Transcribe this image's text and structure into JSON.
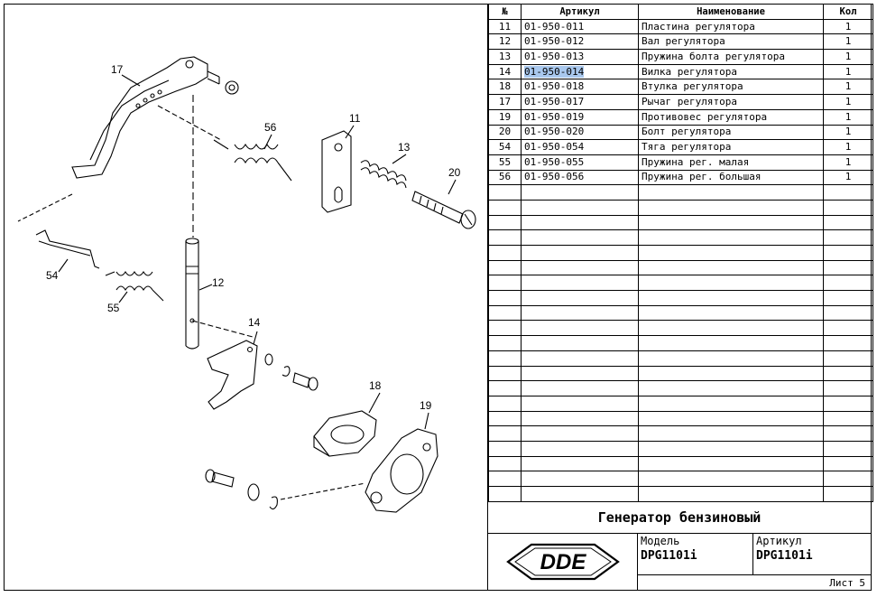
{
  "table": {
    "headers": {
      "num": "№",
      "article": "Артикул",
      "name": "Наименование",
      "qty": "Кол"
    },
    "rows": [
      {
        "num": "11",
        "article": "01-950-011",
        "name": "Пластина регулятора",
        "qty": "1"
      },
      {
        "num": "12",
        "article": "01-950-012",
        "name": "Вал регулятора",
        "qty": "1"
      },
      {
        "num": "13",
        "article": "01-950-013",
        "name": "Пружина болта регулятора",
        "qty": "1"
      },
      {
        "num": "14",
        "article": "01-950-014",
        "name": "Вилка регулятора",
        "qty": "1"
      },
      {
        "num": "18",
        "article": "01-950-018",
        "name": "Втулка регулятора",
        "qty": "1"
      },
      {
        "num": "17",
        "article": "01-950-017",
        "name": "Рычаг регулятора",
        "qty": "1"
      },
      {
        "num": "19",
        "article": "01-950-019",
        "name": "Противовес регулятора",
        "qty": "1"
      },
      {
        "num": "20",
        "article": "01-950-020",
        "name": "Болт регулятора",
        "qty": "1"
      },
      {
        "num": "54",
        "article": "01-950-054",
        "name": "Тяга регулятора",
        "qty": "1"
      },
      {
        "num": "55",
        "article": "01-950-055",
        "name": "Пружина рег. малая",
        "qty": "1"
      },
      {
        "num": "56",
        "article": "01-950-056",
        "name": "Пружина рег. большая",
        "qty": "1"
      }
    ],
    "empty_rows": 21,
    "highlighted_row": 3,
    "highlight_color": "#a9c8ee"
  },
  "title_block": {
    "product": "Генератор бензиновый",
    "logo_text": "DDE",
    "model_label": "Модель",
    "model_value": "DPG1101i",
    "article_label": "Артикул",
    "article_value": "DPG1101i",
    "sheet": "Лист 5"
  },
  "callouts": {
    "c17": "17",
    "c56": "56",
    "c11": "11",
    "c13": "13",
    "c20": "20",
    "c54": "54",
    "c55": "55",
    "c12": "12",
    "c14": "14",
    "c18": "18",
    "c19": "19"
  }
}
